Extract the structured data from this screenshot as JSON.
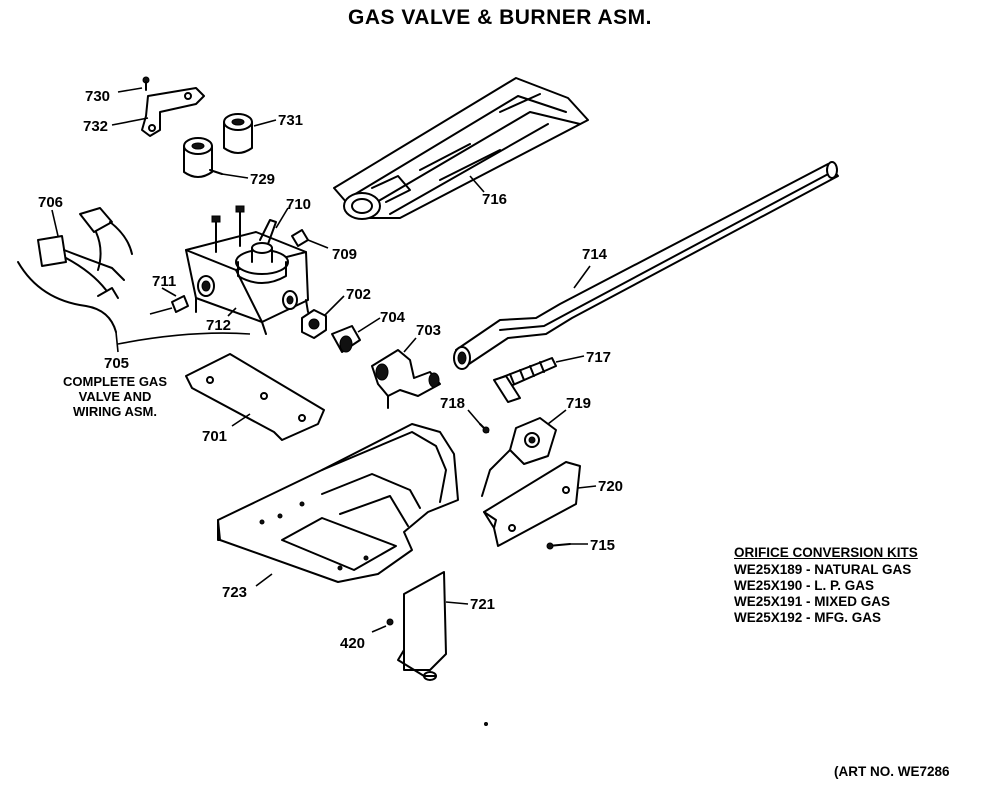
{
  "title": "GAS VALVE & BURNER ASM.",
  "parts": {
    "p730": "730",
    "p732": "732",
    "p731": "731",
    "p729": "729",
    "p706": "706",
    "p710": "710",
    "p709": "709",
    "p711": "711",
    "p712": "712",
    "p702": "702",
    "p704": "704",
    "p703": "703",
    "p705": "705",
    "p701": "701",
    "p716": "716",
    "p714": "714",
    "p717": "717",
    "p718": "718",
    "p719": "719",
    "p720": "720",
    "p715": "715",
    "p723": "723",
    "p721": "721",
    "p420": "420"
  },
  "assembly_note": [
    "COMPLETE GAS",
    "VALVE AND",
    "WIRING ASM."
  ],
  "orifice_kits": {
    "heading": "ORIFICE CONVERSION KITS",
    "rows": [
      "WE25X189 - NATURAL GAS",
      "WE25X190 - L. P. GAS",
      "WE25X191 - MIXED GAS",
      "WE25X192 - MFG. GAS"
    ]
  },
  "art_number": "(ART NO. WE7286"
}
